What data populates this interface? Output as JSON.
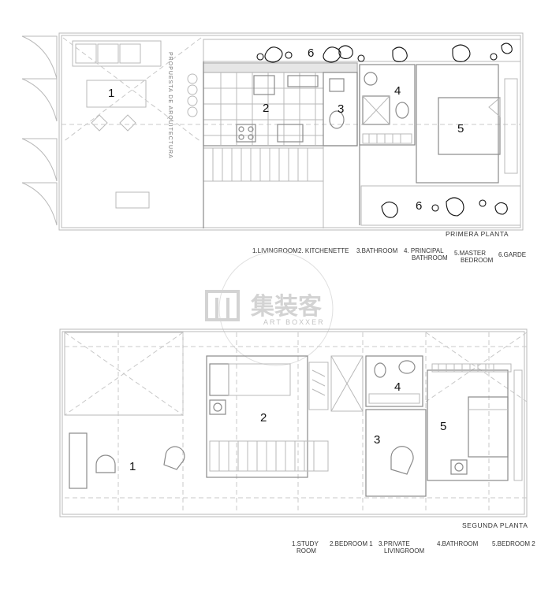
{
  "plan1": {
    "title": "PRIMERA PLANTA",
    "rotated_text": "PROPUESTA DE ARQUITECTURA",
    "room_numbers": [
      "1",
      "2",
      "3",
      "4",
      "5",
      "6",
      "6"
    ],
    "legend": [
      {
        "line1": "1.LIVINGROOM",
        "line2": ""
      },
      {
        "line1": "2. KITCHENETTE",
        "line2": ""
      },
      {
        "line1": "3.BATHROOM",
        "line2": ""
      },
      {
        "line1": "4. PRINCIPAL",
        "line2": "BATHROOM"
      },
      {
        "line1": "5.MASTER",
        "line2": "BEDROOM"
      },
      {
        "line1": "6.GARDE",
        "line2": ""
      }
    ]
  },
  "plan2": {
    "title": "SEGUNDA PLANTA",
    "room_numbers": [
      "1",
      "2",
      "3",
      "4",
      "5"
    ],
    "legend": [
      {
        "line1": "1.STUDY",
        "line2": "ROOM"
      },
      {
        "line1": "2.BEDROOM 1",
        "line2": ""
      },
      {
        "line1": "3.PRIVATE",
        "line2": "LIVINGROOM"
      },
      {
        "line1": "4.BATHROOM",
        "line2": ""
      },
      {
        "line1": "5.BEDROOM 2",
        "line2": ""
      }
    ]
  },
  "watermark": {
    "chinese": "集装客",
    "english": "ART BOXXER"
  },
  "colors": {
    "line": "#b9b9b9",
    "wall": "#e6e6e6",
    "text": "#333333",
    "watermark": "#cfcfcf"
  }
}
